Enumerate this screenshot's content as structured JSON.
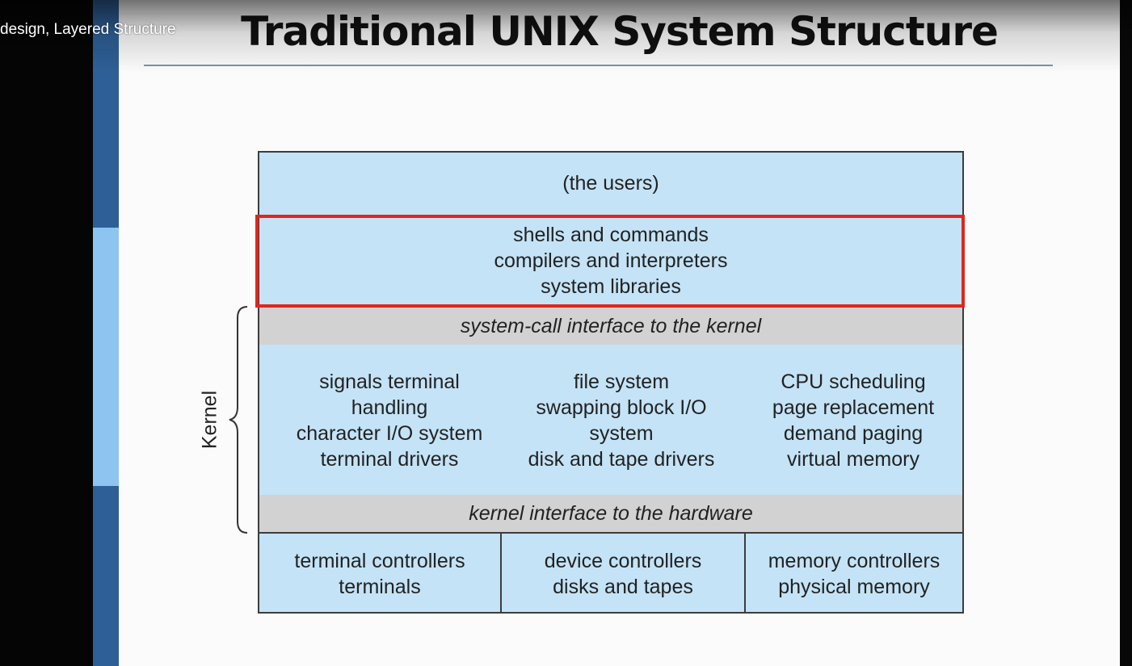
{
  "video": {
    "title": "design, Layered Structure"
  },
  "slide": {
    "title": "Traditional UNIX System Structure",
    "kernel_label": "Kernel",
    "layers": {
      "users": "(the users)",
      "shells": [
        "shells and commands",
        "compilers and interpreters",
        "system libraries"
      ],
      "syscall_interface": "system-call interface to the kernel",
      "kernel_columns": [
        [
          "signals terminal",
          "handling",
          "character I/O system",
          "terminal drivers"
        ],
        [
          "file system",
          "swapping block I/O",
          "system",
          "disk and tape drivers"
        ],
        [
          "CPU scheduling",
          "page replacement",
          "demand paging",
          "virtual memory"
        ]
      ],
      "hardware_interface": "kernel interface to the hardware",
      "hardware": [
        [
          "terminal controllers",
          "terminals"
        ],
        [
          "device controllers",
          "disks and tapes"
        ],
        [
          "memory controllers",
          "physical memory"
        ]
      ]
    },
    "colors": {
      "layer_fill": "#c4e3f6",
      "interface_fill": "#d2d2d2",
      "highlight_border": "#e0261c"
    }
  }
}
